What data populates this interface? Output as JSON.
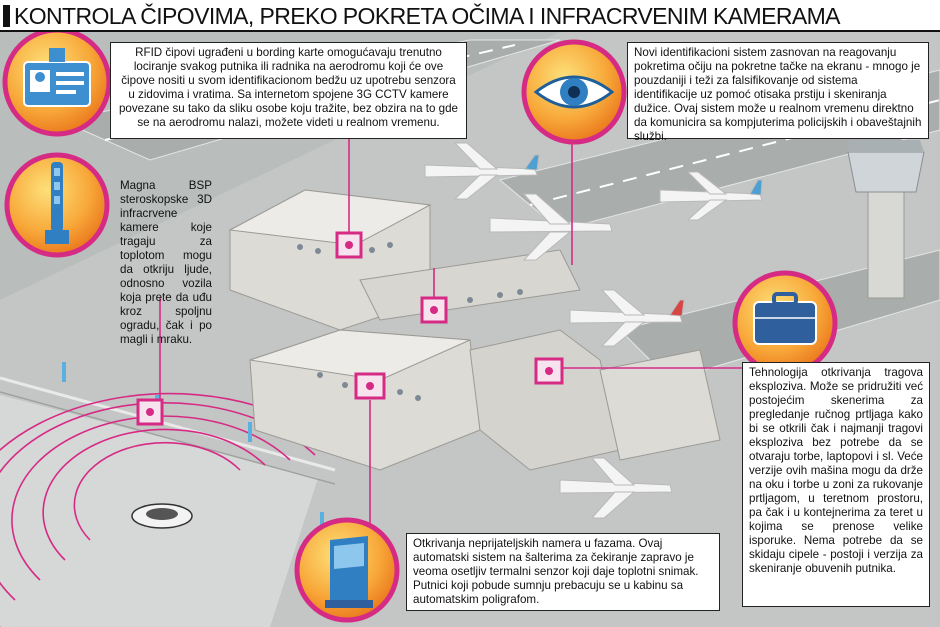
{
  "title": "KONTROLA ČIPOVIMA, PREKO POKRETA OČIMA I INFRACRVENIM KAMERAMA",
  "colors": {
    "accent": "#d62b85",
    "accent_light": "#f08fc0",
    "badge_orange": "#f28a1d",
    "badge_yellow": "#fbd04a",
    "ground": "#b9bdbb",
    "terminal": "#dcdad6",
    "text": "#111111"
  },
  "icons": [
    "id-badge-icon",
    "eye-icon",
    "infrared-camera-icon",
    "suitcase-icon",
    "kiosk-icon"
  ],
  "callouts": {
    "rfid": "RFID čipovi ugrađeni u bording karte omogućavaju trenutno lociranje svakog putnika ili radnika na aerodromu koji će ove čipove nositi u svom identifikacionom bedžu uz upotrebu senzora u zidovima i vratima. Sa internetom spojene 3G CCTV kamere povezane su tako da sliku osobe koju tražite, bez obzira na to gde se na aerodromu nalazi, možete videti u realnom vremenu.",
    "eye": "Novi identifikacioni sistem zasnovan na reagovanju pokretima očiju na pokretne tačke na ekranu - mnogo je pouzdaniji i teži za falsifikovanje od sistema identifikacije uz pomoć otisaka prstiju i skeniranja dužice. Ovaj sistem može u realnom vremenu direktno da komunicira sa kompjuterima policijskih i obaveštajnih službi.",
    "magna": "Magna BSP steroskopske 3D infracrvene kamere koje tragaju za toplotom mogu da otkriju ljude, odnosno vozila koja prete da uđu kroz spoljnu ogradu, čak i po magli i mraku.",
    "explosive": "Tehnologija otkrivanja tragova eksploziva. Može se pridružiti već postojećim skenerima za pregledanje ručnog prtljaga kako bi se otkrili čak i najmanji tragovi eksploziva bez potrebe da se otvaraju torbe, laptopovi i sl. Veće verzije ovih mašina mogu da drže na oku i torbe u zoni za rukovanje prtljagom, u teretnom prostoru, pa čak i u kontejnerima za teret u kojima se prenose velike isporuke. Nema potrebe da se skidaju cipele - postoji i verzija za skeniranje obuvenih putnika.",
    "enemy": "Otkrivanja neprijateljskih namera u fazama. Ovaj automatski sistem na šalterima za čekiranje zapravo je veoma osetljiv termalni senzor koji daje toplotni snimak. Putnici koji pobude sumnju prebacuju se u kabinu sa automatskim poligrafom."
  }
}
